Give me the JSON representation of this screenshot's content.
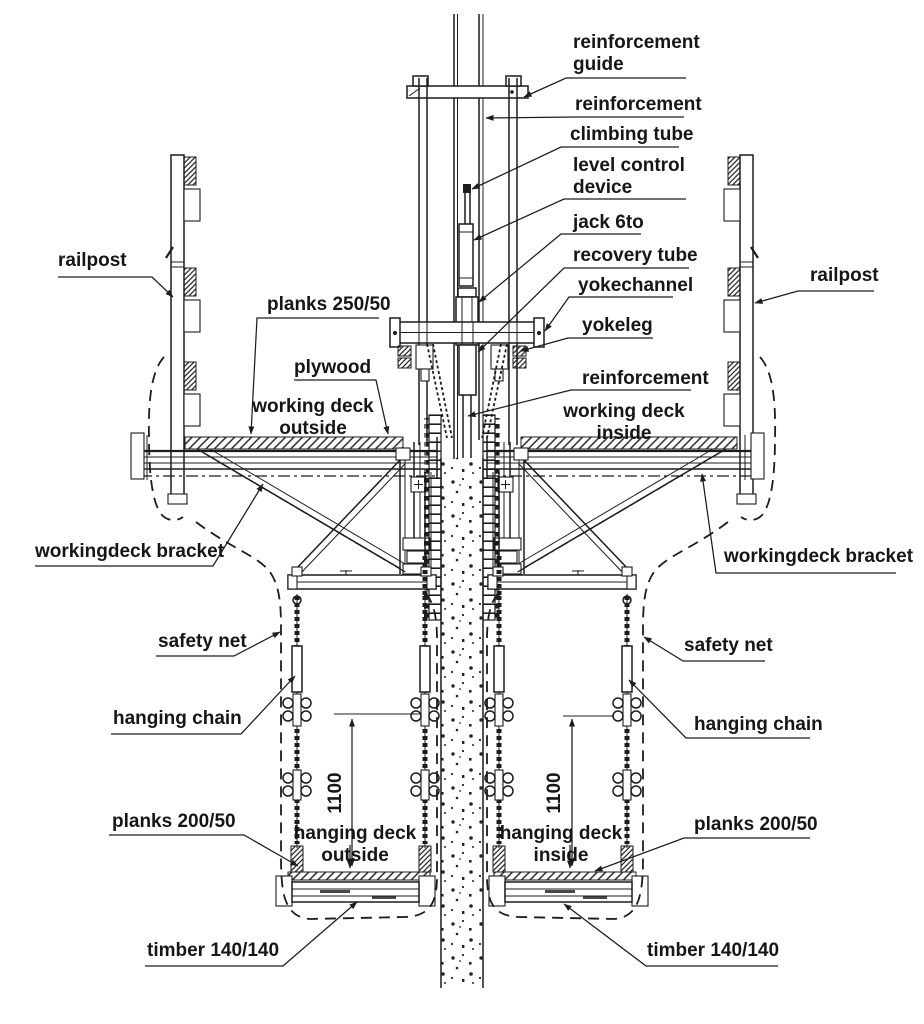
{
  "colors": {
    "paper": "#ffffff",
    "ink": "#1c1c1c"
  },
  "callouts": {
    "reinforcement_guide_line1": "reinforcement",
    "reinforcement_guide_line2": "guide",
    "reinforcement_upper": "reinforcement",
    "climbing_tube": "climbing tube",
    "level_control_line1": "level control",
    "level_control_line2": "device",
    "jack": "jack 6to",
    "recovery_tube": "recovery tube",
    "yokechannel": "yokechannel",
    "yokeleg": "yokeleg",
    "reinforcement_mid": "reinforcement",
    "railpost_left": "railpost",
    "railpost_right": "railpost",
    "planks_250_50": "planks 250/50",
    "plywood": "plywood",
    "working_deck_outside_line1": "working deck",
    "working_deck_outside_line2": "outside",
    "working_deck_inside_line1": "working deck",
    "working_deck_inside_line2": "inside",
    "workingdeck_bracket_left": "workingdeck bracket",
    "workingdeck_bracket_right": "workingdeck bracket",
    "safety_net_left": "safety net",
    "safety_net_right": "safety net",
    "hanging_chain_left": "hanging chain",
    "hanging_chain_right": "hanging chain",
    "planks_200_50_left": "planks 200/50",
    "planks_200_50_right": "planks 200/50",
    "hanging_deck_outside_line1": "hanging deck",
    "hanging_deck_outside_line2": "outside",
    "hanging_deck_inside_line1": "hanging deck",
    "hanging_deck_inside_line2": "inside",
    "timber_140_140_left": "timber 140/140",
    "timber_140_140_right": "timber 140/140"
  },
  "dimensions": {
    "hanging_deck_height_left": "1100",
    "hanging_deck_height_right": "1100"
  }
}
